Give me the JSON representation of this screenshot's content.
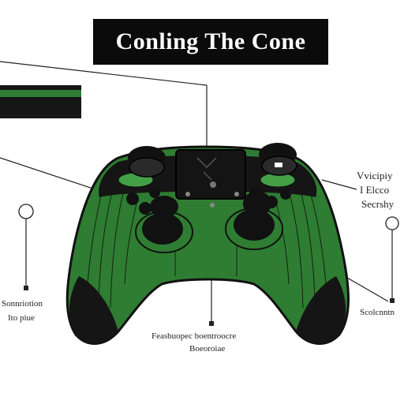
{
  "title": "Conling The Cone",
  "legend": {
    "text": "",
    "stripe_color": "#2e7d32",
    "box_color": "#161616"
  },
  "labels": {
    "right_top": [
      "Vvicipiy",
      "I Elcco",
      "Secrshy"
    ],
    "left_bottom": [
      "Sonnriotion",
      "Ito piue"
    ],
    "right_bottom": "Scolcnntn",
    "bottom_center": [
      "Feasbuopec boentroocre",
      "Boeoroiae"
    ]
  },
  "colors": {
    "controller_green": "#2e7d32",
    "controller_dark": "#151515",
    "accent_green": "#43a047"
  }
}
